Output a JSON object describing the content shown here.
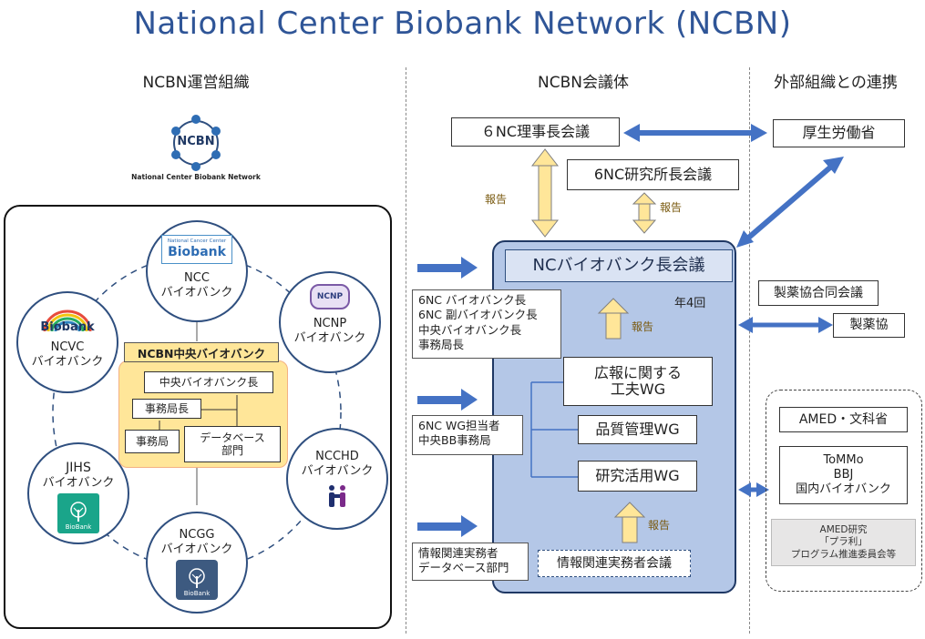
{
  "title": "National Center Biobank Network (NCBN)",
  "sections": {
    "left": "NCBN運営組織",
    "middle": "NCBN会議体",
    "right": "外部組織との連携"
  },
  "logo": {
    "text": "NCBN",
    "caption": "National Center Biobank Network"
  },
  "org": {
    "central_label": "NCBN中央バイオバンク",
    "central_head": "中央バイオバンク長",
    "secretary_general": "事務局長",
    "secretariat": "事務局",
    "database_dept": "データベース\n部門",
    "ncc": {
      "name": "NCC",
      "sub": "バイオバンク",
      "logo_top": "National Cancer Center",
      "logo_main": "Biobank"
    },
    "ncnp": {
      "name": "NCNP",
      "sub": "バイオバンク",
      "logo": "NCNP"
    },
    "ncvc": {
      "name": "NCVC",
      "sub": "バイオバンク",
      "logo": "Biobank"
    },
    "ncchd": {
      "name": "NCCHD",
      "sub": "バイオバンク"
    },
    "jihs": {
      "name": "JIHS",
      "sub": "バイオバンク",
      "logo": "BioBank"
    },
    "ncgg": {
      "name": "NCGG",
      "sub": "バイオバンク",
      "logo": "BioBank"
    }
  },
  "meetings": {
    "board": "６NC理事長会議",
    "directors": "6NC研究所長会議",
    "biobank_heads": "NCバイオバンク長会議",
    "frequency": "年4回",
    "pr_wg": "広報に関する\n工夫WG",
    "qc_wg": "品質管理WG",
    "research_wg": "研究活用WG",
    "info_meeting": "情報関連実務者会議",
    "report": "報告",
    "members1": [
      "6NC バイオバンク長",
      "6NC 副バイオバンク長",
      "中央バイオバンク長",
      "事務局長"
    ],
    "members2": [
      "6NC WG担当者",
      "中央BB事務局"
    ],
    "members3": [
      "情報関連実務者",
      "データベース部門"
    ]
  },
  "external": {
    "mhlw": "厚生労働省",
    "pharma_joint": "製薬協合同会議",
    "pharma": "製薬協",
    "amed_mext": "AMED・文科省",
    "cohorts": [
      "ToMMo",
      "BBJ",
      "国内バイオバンク"
    ],
    "amed_program": [
      "AMED研究",
      "「プラ利」",
      "プログラム推進委員会等"
    ]
  },
  "colors": {
    "title": "#2f5597",
    "arrow_blue": "#4472c4",
    "arrow_yellow": "#ffe699",
    "panel_fill": "#b4c7e7",
    "panel_border": "#1f3864",
    "central_fill": "#ffe699",
    "central_border": "#f4b183"
  }
}
